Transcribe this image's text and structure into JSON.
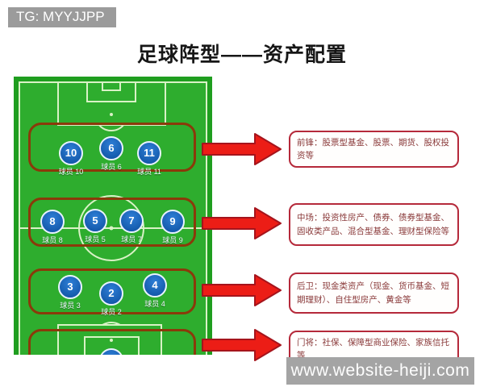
{
  "badge": {
    "label": "TG: MYYJJPP"
  },
  "title": "足球阵型——资产配置",
  "watermark": {
    "text": "www.website-heiji.com"
  },
  "players": [
    {
      "number": "10",
      "label": "球员 10",
      "row": "forwards"
    },
    {
      "number": "6",
      "label": "球员 6",
      "row": "forwards"
    },
    {
      "number": "11",
      "label": "球员 11",
      "row": "forwards"
    },
    {
      "number": "8",
      "label": "球员 8",
      "row": "midfield"
    },
    {
      "number": "5",
      "label": "球员 5",
      "row": "midfield"
    },
    {
      "number": "7",
      "label": "球员 7",
      "row": "midfield"
    },
    {
      "number": "9",
      "label": "球员 9",
      "row": "midfield"
    },
    {
      "number": "3",
      "label": "球员 3",
      "row": "defense"
    },
    {
      "number": "2",
      "label": "球员 2",
      "row": "defense"
    },
    {
      "number": "4",
      "label": "球员 4",
      "row": "defense"
    }
  ],
  "boxes": [
    {
      "position": "前锋",
      "text": "前锋：股票型基金、股票、期货、股权投资等"
    },
    {
      "position": "中场",
      "text": "中场：投资性房产、债券、债券型基金、固收类产品、混合型基金、理财型保险等"
    },
    {
      "position": "后卫",
      "text": "后卫：现金类资产（现金、货币基金、短期理财）、自住型房产、黄金等"
    },
    {
      "position": "门将",
      "text": "门将：社保、保障型商业保险、家族信托等"
    }
  ],
  "colors": {
    "pitch_green": "#2ead2e",
    "pitch_margin_green": "#1f9e1f",
    "pitch_line": "#d9f2c6",
    "player_blue": "#1565c0",
    "group_outline": "#8a3a0a",
    "arrow_red": "#ec1d16",
    "arrow_outline": "#a5141c",
    "box_border": "#b5293a",
    "box_text": "#8a3a3a",
    "badge_bg": "#9b9b9b",
    "watermark_bg": "#a4a4a4"
  }
}
